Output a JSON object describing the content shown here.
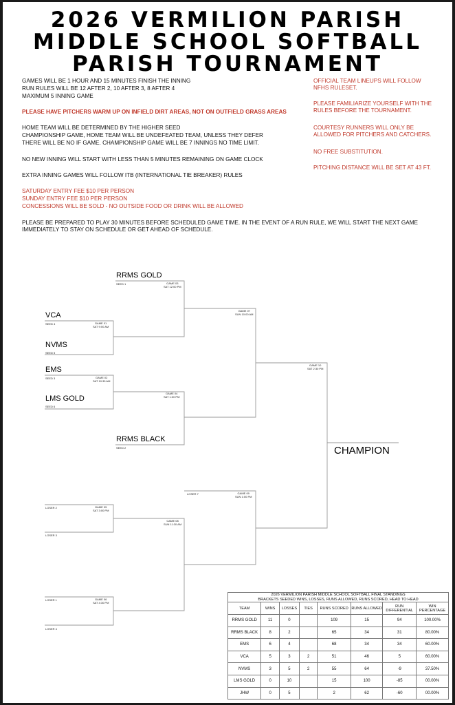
{
  "title": [
    "2026 VERMILION PARISH",
    "MIDDLE SCHOOL SOFTBALL",
    "PARISH TOURNAMENT"
  ],
  "rules_left": {
    "block1": [
      "GAMES WILL BE 1 HOUR AND 15 MINUTES FINISH THE INNING",
      "RUN RULES WILL BE 12 AFTER 2, 10 AFTER 3, 8 AFTER 4",
      "MAXIMUM 5 INNING GAME"
    ],
    "pitchers_warning": "PLEASE HAVE PITCHERS WARM UP ON INFIELD DIRT AREAS, NOT ON OUTFIELD GRASS AREAS",
    "block2": [
      "HOME TEAM WILL BE DETERMINED BY THE HIGHER SEED",
      "CHAMPIONSHIP GAME, HOME TEAM WILL BE UNDEFEATED TEAM, UNLESS THEY DEFER",
      "THERE WILL BE NO IF GAME. CHAMPIONSHIP GAME WILL BE 7 INNINGS NO TIME LIMIT."
    ],
    "block3": "NO NEW INNING WILL START WITH LESS THAN 5 MINUTES REMAINING ON GAME CLOCK",
    "block4": "EXTRA INNING GAMES WILL FOLLOW ITB (INTERNATIONAL TIE BREAKER) RULES",
    "fees": [
      "SATURDAY ENTRY FEE $10 PER PERSON",
      "SUNDAY ENTRY FEE $10 PER PERSON",
      "CONCESSIONS WILL BE SOLD - NO OUTSIDE FOOD OR DRINK WILL BE ALLOWED"
    ],
    "closing": "PLEASE BE PREPARED TO PLAY 30 MINUTES BEFORE SCHEDULED GAME TIME. IN THE EVENT OF A RUN RULE, WE WILL START THE NEXT GAME IMMEDIATELY TO STAY ON SCHEDULE OR GET AHEAD OF SCHEDULE."
  },
  "rules_right": [
    "OFFICIAL TEAM LINEUPS WILL FOLLOW NFHS RULESET.",
    "PLEASE FAMILIARIZE YOURSELF WITH THE RULES BEFORE THE TOURNAMENT.",
    "COURTESY RUNNERS WILL ONLY BE ALLOWED FOR PITCHERS AND CATCHERS.",
    "NO FREE SUBSTITUTION.",
    "PITCHING DISTANCE WILL BE SET AT 43 FT."
  ],
  "bracket": {
    "teams": {
      "rrms_gold": "RRMS GOLD",
      "rrms_gold_seed": "SEED 1",
      "vca": "VCA",
      "vca_seed": "SEED 4",
      "nvms": "NVMS",
      "nvms_seed": "SEED 5",
      "ems": "EMS",
      "ems_seed": "SEED 3",
      "lms_gold": "LMS GOLD",
      "lms_gold_seed": "SEED 6",
      "rrms_black": "RRMS BLACK",
      "rrms_black_seed": "SEED 2"
    },
    "games": {
      "g01": [
        "GAME 01",
        "SAT 9:00 AM"
      ],
      "g02": [
        "GAME 02",
        "SAT 10:30 AM"
      ],
      "g03": [
        "GAME 03",
        "SAT 12:00 PM"
      ],
      "g04": [
        "GAME 04",
        "SAT 1:30 PM"
      ],
      "g05": [
        "GAME 05",
        "SAT 3:00 PM"
      ],
      "g06": [
        "GAME 06",
        "SAT 4:30 PM"
      ],
      "g07": [
        "GAME 07",
        "SUN 10:00 AM"
      ],
      "g08": [
        "GAME 08",
        "SUN 11:30 AM"
      ],
      "g09": [
        "GAME 09",
        "SUN 1:00 PM"
      ],
      "g10": [
        "GAME 10",
        "SAT 2:30 PM"
      ]
    },
    "losers": {
      "l1": "LOSER 1",
      "l2": "LOSER 2",
      "l3": "LOSER 3",
      "l4": "LOSER 4",
      "l7": "LOSER 7"
    },
    "champion": "CHAMPION"
  },
  "standings": {
    "caption": [
      "2026 VERMILION PARISH MIDDLE SCHOOL SOFTBALL FINAL STANDINGS",
      "BRACKETS SEEDED WINS, LOSSES, RUNS ALLOWED, RUNS SCORED, HEAD TO HEAD"
    ],
    "columns": [
      "TEAM",
      "WINS",
      "LOSSES",
      "TIES",
      "RUNS SCORED",
      "RUNS ALLOWED",
      "RUN DIFFERENTIAL",
      "WIN PERCENTAGE"
    ],
    "rows": [
      [
        "RRMS GOLD",
        "11",
        "0",
        "",
        "109",
        "15",
        "94",
        "100.00%"
      ],
      [
        "RRMS BLACK",
        "8",
        "2",
        "",
        "65",
        "34",
        "31",
        "80.00%"
      ],
      [
        "EMS",
        "6",
        "4",
        "",
        "68",
        "34",
        "34",
        "60.00%"
      ],
      [
        "VCA",
        "5",
        "3",
        "2",
        "51",
        "46",
        "5",
        "60.00%"
      ],
      [
        "NVMS",
        "3",
        "5",
        "2",
        "55",
        "64",
        "-9",
        "37.50%"
      ],
      [
        "LMS GOLD",
        "0",
        "10",
        "",
        "15",
        "100",
        "-85",
        "00.00%"
      ],
      [
        "JHW",
        "0",
        "5",
        "",
        "2",
        "62",
        "-60",
        "00.00%"
      ]
    ]
  }
}
